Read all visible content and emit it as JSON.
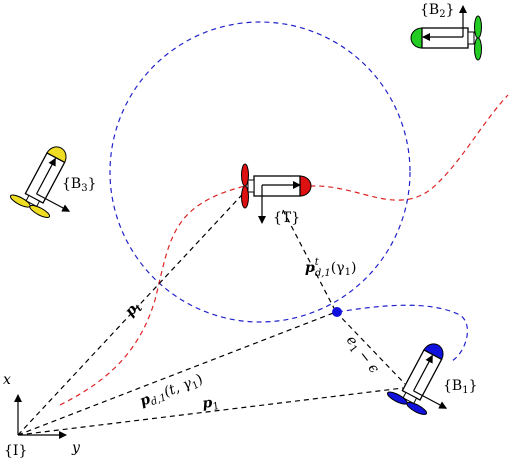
{
  "frames": {
    "inertial": {
      "label": "{I}",
      "x_axis": "x",
      "y_axis": "y"
    },
    "target": {
      "label": "{T}"
    },
    "b1": {
      "label": "{B",
      "sub": "1",
      "close": "}"
    },
    "b2": {
      "label": "{B",
      "sub": "2",
      "close": "}"
    },
    "b3": {
      "label": "{B",
      "sub": "3",
      "close": "}"
    }
  },
  "vectors": {
    "pt": {
      "main": "p",
      "sub": "t"
    },
    "p1": {
      "main": "p",
      "sub": "1"
    },
    "pd1": {
      "main": "p",
      "sub": "d,1",
      "args": "(t, γ",
      "argsub": "1",
      "close": ")"
    },
    "pdt1": {
      "main": "p",
      "sup": "t",
      "sub": "d,1",
      "args": "(γ",
      "argsub": "1",
      "close": ")"
    },
    "err": {
      "main": "e",
      "sub": "1",
      "rest": " − ϵ"
    }
  },
  "colors": {
    "circle": "#2222cc",
    "target_path": "#dd2222",
    "b1_path": "#2222cc",
    "target_vehicle": "#dd1111",
    "b1_vehicle": "#1111dd",
    "b2_vehicle": "#22cc22",
    "b3_vehicle": "#eedd22",
    "point": "#1111dd"
  }
}
